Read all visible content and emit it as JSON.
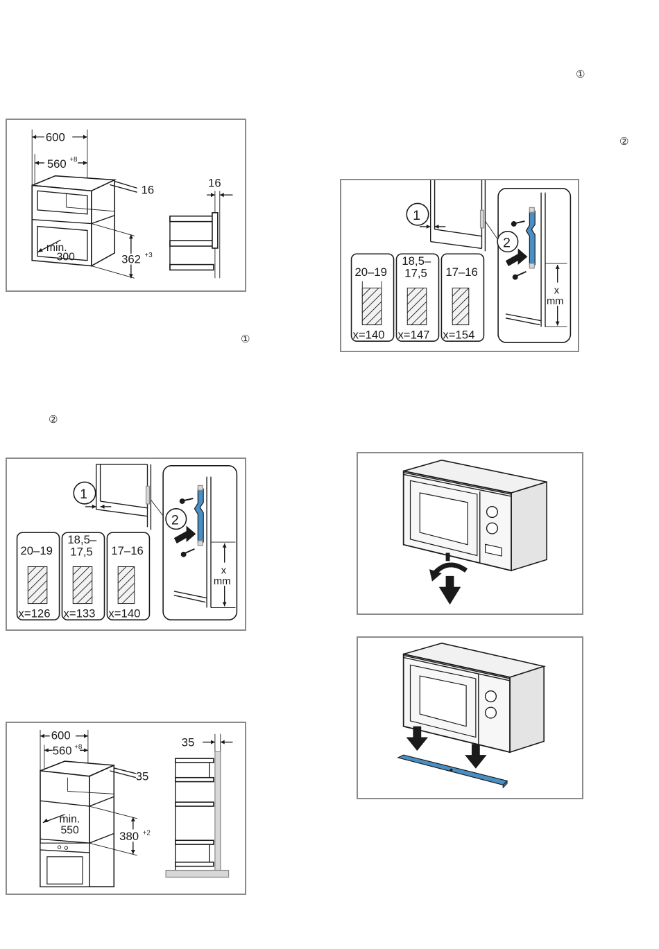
{
  "markers": {
    "m1_top_right": "①",
    "m2_top_right": "②",
    "m1_left": "①",
    "m2_left": "②"
  },
  "figure_a": {
    "w_outer": "600",
    "w_inner": "560",
    "w_inner_tol": "+8",
    "thickness": "16",
    "min_label": "min.",
    "depth": "300",
    "height": "362",
    "height_tol": "+3",
    "side_thickness": "16"
  },
  "figure_b": {
    "callout_1": "1",
    "callout_2": "2",
    "col1_head": "20–19",
    "col2_head_a": "18,5–",
    "col2_head_b": "17,5",
    "col3_head": "17–16",
    "col1_x": "x=140",
    "col2_x": "x=147",
    "col3_x": "x=154",
    "x_label": "x",
    "mm_label": "mm"
  },
  "figure_c": {
    "callout_1": "1",
    "callout_2": "2",
    "col1_head": "20–19",
    "col2_head_a": "18,5–",
    "col2_head_b": "17,5",
    "col3_head": "17–16",
    "col1_x": "x=126",
    "col2_x": "x=133",
    "col3_x": "x=140",
    "x_label": "x",
    "mm_label": "mm"
  },
  "figure_f": {
    "w_outer": "600",
    "w_inner": "560",
    "w_inner_tol": "+8",
    "thickness": "35",
    "min_label": "min.",
    "depth": "550",
    "height": "380",
    "height_tol": "+2",
    "side_thickness": "35"
  }
}
